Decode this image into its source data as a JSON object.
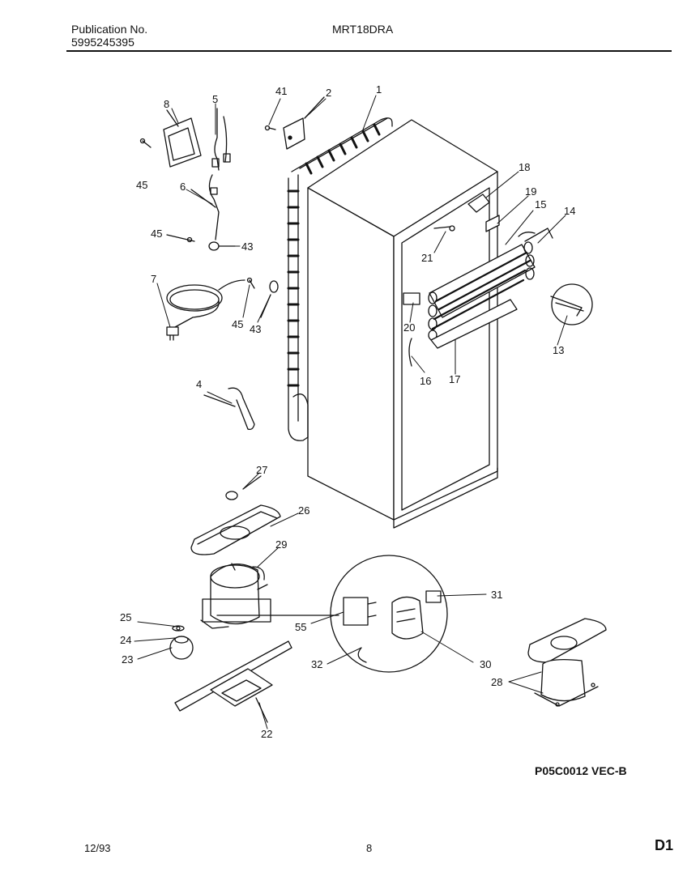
{
  "header": {
    "publication_label": "Publication No.",
    "publication_number": "5995245395",
    "model": "MRT18DRA"
  },
  "callouts": [
    "8",
    "5",
    "41",
    "2",
    "1",
    "45",
    "6",
    "45",
    "43",
    "7",
    "45",
    "43",
    "18",
    "19",
    "15",
    "14",
    "21",
    "20",
    "16",
    "17",
    "13",
    "4",
    "27",
    "26",
    "29",
    "31",
    "25",
    "55",
    "24",
    "23",
    "32",
    "30",
    "28",
    "22"
  ],
  "figure_code": "P05C0012 VEC-B",
  "footer": {
    "date": "12/93",
    "page": "8",
    "section": "D1"
  }
}
